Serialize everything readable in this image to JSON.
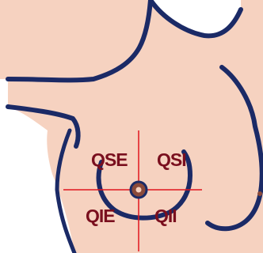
{
  "quadrants": {
    "upper_outer": "QSE",
    "upper_inner": "QSI",
    "lower_outer": "QIE",
    "lower_inner": "QII"
  },
  "colors": {
    "skin": "#f6d2c0",
    "outline": "#1b2a66",
    "label": "#7a0f1e",
    "crosshair": "#e0141e",
    "nipple": "#8b4a3a"
  }
}
